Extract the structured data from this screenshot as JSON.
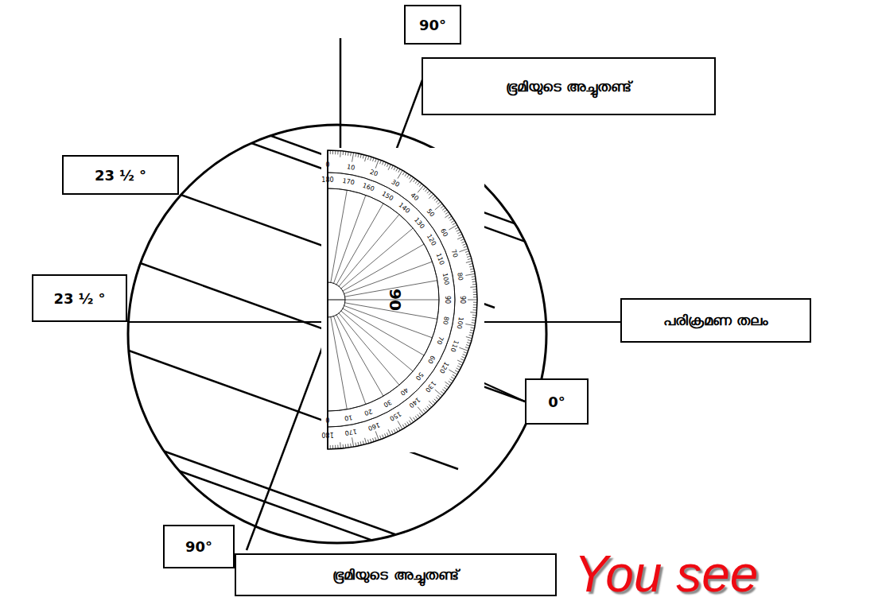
{
  "diagram": {
    "nodes": [
      {
        "text": [
          "90°"
        ]
      },
      {
        "text": [
          "ഭൂമിയുടെ അച്ചുതണ്ട്"
        ]
      },
      {
        "text": [
          "23 ½ °"
        ]
      },
      {
        "text": [
          "23 ½ °"
        ]
      },
      {
        "text": [
          "പരിക്രമണ തലം"
        ]
      },
      {
        "text": [
          "0°"
        ]
      },
      {
        "text": [
          "90°"
        ]
      },
      {
        "text": [
          "ഭൂമിയുടെ അച്ചുതണ്ട്"
        ]
      }
    ],
    "labels": [
      "0",
      "10",
      "20",
      "30",
      "40",
      "50",
      "60",
      "70",
      "80",
      "90",
      "100",
      "110",
      "120",
      "130",
      "140",
      "150",
      "160",
      "170",
      "180",
      "180",
      "170",
      "160",
      "150",
      "140",
      "130",
      "120",
      "110",
      "100",
      "90",
      "80",
      "70",
      "60",
      "50",
      "40",
      "30",
      "20",
      "10",
      "0",
      "90",
      "You see"
    ]
  }
}
